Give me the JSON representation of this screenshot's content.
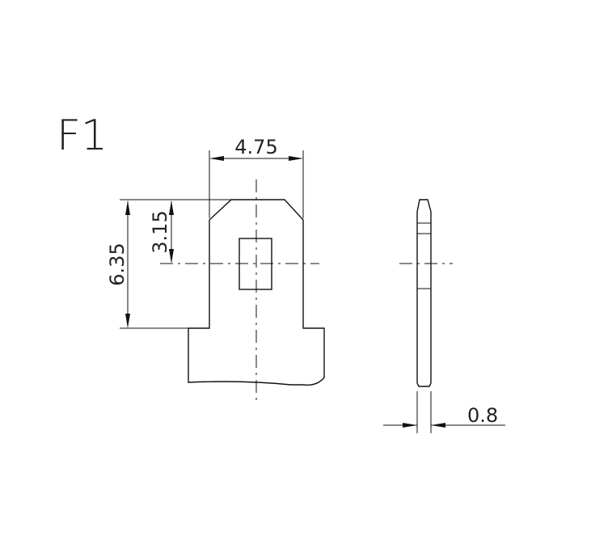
{
  "diagram": {
    "label": "F1",
    "dimensions": {
      "width": "4.75",
      "hole_height": "3.15",
      "total_height": "6.35",
      "thickness": "0.8"
    },
    "colors": {
      "line": "#111111",
      "text": "#222222",
      "background": "#ffffff"
    }
  }
}
